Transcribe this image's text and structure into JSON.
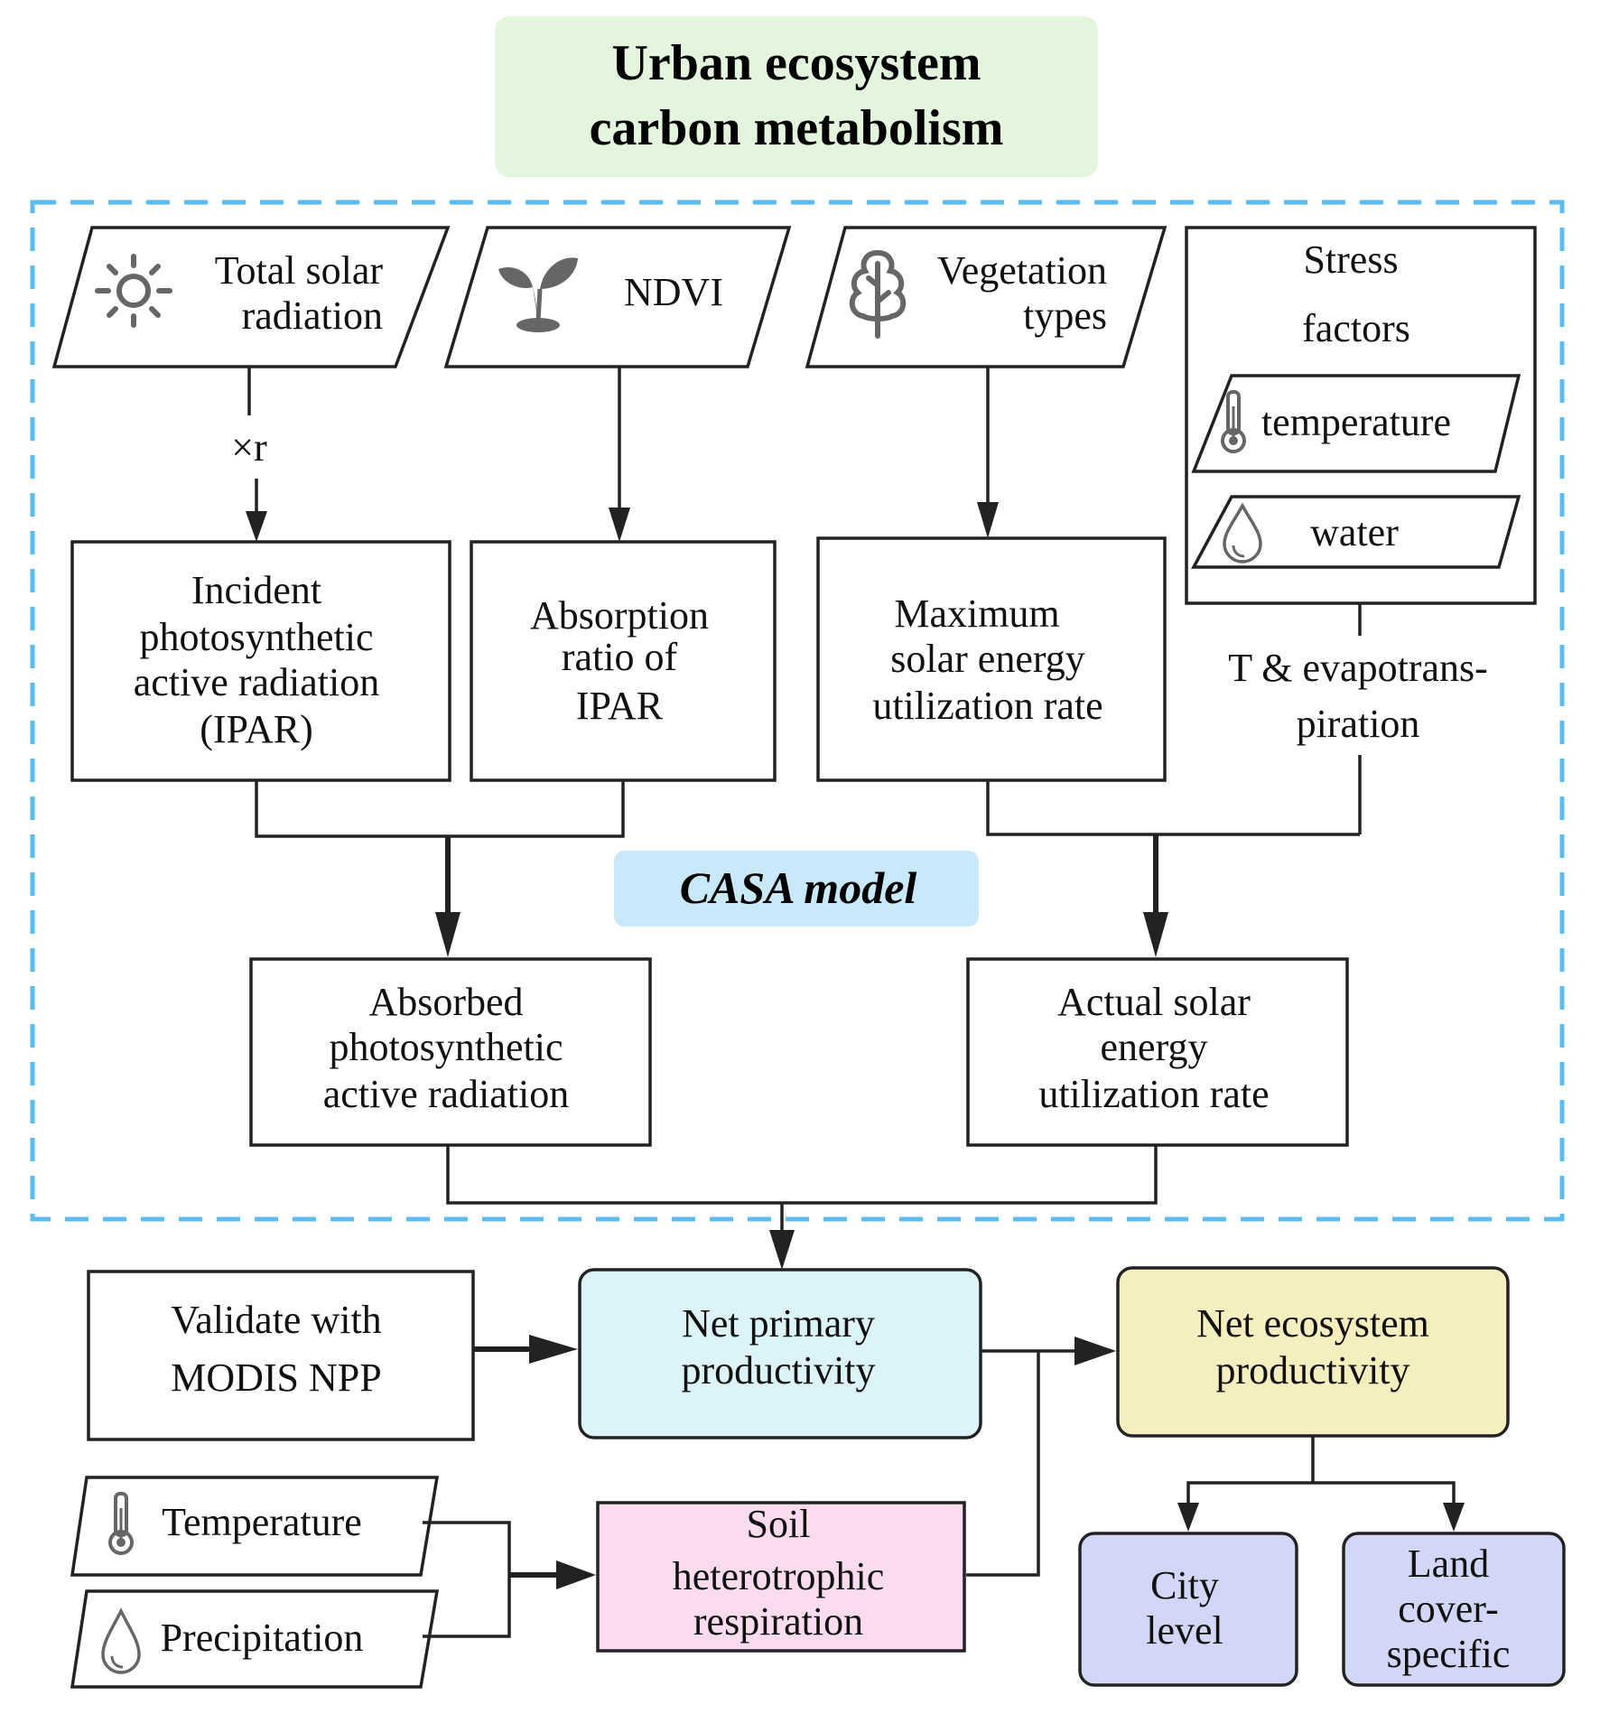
{
  "title": {
    "line1": "Urban ecosystem",
    "line2": "carbon metabolism",
    "bg_color": "#e3f5dc"
  },
  "casa": {
    "label": "CASA model",
    "bg_color": "#c8e9fa",
    "border_color": "#5bbcf0"
  },
  "inputs": {
    "solar": {
      "lines": [
        "Total solar",
        "radiation"
      ],
      "icon": "sun-icon"
    },
    "ndvi": {
      "lines": [
        "NDVI"
      ],
      "icon": "sprout-icon"
    },
    "veg": {
      "lines": [
        "Vegetation",
        "types"
      ],
      "icon": "tree-icon"
    },
    "stress": {
      "lines": [
        "Stress",
        "factors"
      ],
      "temperature": {
        "label": "temperature",
        "icon": "thermometer-icon"
      },
      "water": {
        "label": "water",
        "icon": "water-drop-icon"
      }
    }
  },
  "edge_labels": {
    "xr": "×r",
    "t_et_line1": "T & evapotrans-",
    "t_et_line2": "piration"
  },
  "boxes": {
    "ipar": [
      "Incident",
      "photosynthetic",
      "active radiation",
      "(IPAR)"
    ],
    "absorption": [
      "Absorption",
      "ratio of",
      "IPAR"
    ],
    "max_rate": [
      "Maximum",
      "solar energy",
      "utilization rate"
    ],
    "apar": [
      "Absorbed",
      "photosynthetic",
      "active radiation"
    ],
    "actual_rate": [
      "Actual solar",
      "energy",
      "utilization rate"
    ],
    "validate": [
      "Validate with",
      "MODIS NPP"
    ],
    "npp": {
      "lines": [
        "Net primary",
        "productivity"
      ],
      "color": "#dcf4f7"
    },
    "nep": {
      "lines": [
        "Net ecosystem",
        "productivity"
      ],
      "color": "#f5eebf"
    },
    "soil": {
      "lines": [
        "Soil",
        "heterotrophic",
        "respiration"
      ],
      "color": "#fbdcee"
    },
    "city": {
      "lines": [
        "City",
        "level"
      ],
      "color": "#d3d7f7"
    },
    "land": {
      "lines": [
        "Land",
        "cover-",
        "specific"
      ],
      "color": "#d3d7f7"
    }
  },
  "bottom_inputs": {
    "temperature": {
      "label": "Temperature",
      "icon": "thermometer-icon"
    },
    "precipitation": {
      "label": "Precipitation",
      "icon": "water-drop-icon"
    }
  }
}
